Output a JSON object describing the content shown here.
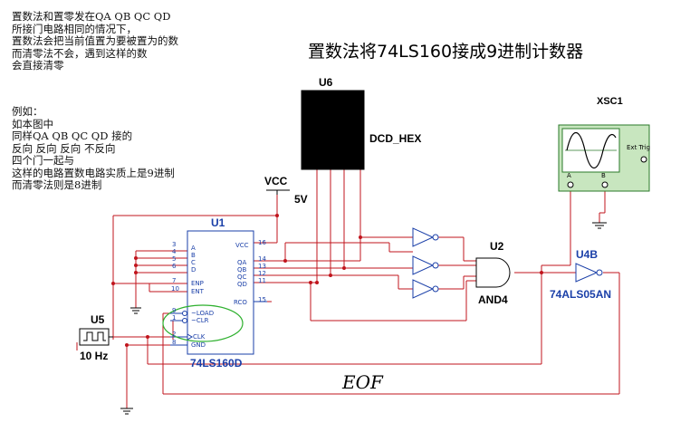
{
  "title": "置数法将74LS160接成9进制计数器",
  "notes_top": [
    "置数法和置零发在QA QB QC QD",
    "所接门电路相同的情况下，",
    "置数法会把当前值置为要被置为的数",
    "而清零法不会，遇到这样的数",
    "会直接清零"
  ],
  "notes_example": [
    "例如：",
    "如本图中",
    "同样QA QB QC QD 接的",
    "反向 反向 反向 不反向",
    "四个门一起与",
    "这样的电路置数电路实质上是9进制",
    "而清零法则是8进制"
  ],
  "components": {
    "u6": {
      "ref": "U6",
      "label": "DCD_HEX"
    },
    "xsc1": {
      "ref": "XSC1",
      "ext_trig": "Ext Trig",
      "pin_a": "A",
      "pin_b": "B"
    },
    "vcc": {
      "label": "VCC",
      "value": "5V"
    },
    "u1": {
      "ref": "U1",
      "part": "74LS160D"
    },
    "u2": {
      "ref": "U2",
      "part": "AND4"
    },
    "u4b": {
      "ref": "U4B",
      "part": "74ALS05AN"
    },
    "u5": {
      "ref": "U5",
      "value": "10 Hz"
    }
  },
  "u1_pins_left": [
    {
      "num": "3",
      "name": "A"
    },
    {
      "num": "4",
      "name": "B"
    },
    {
      "num": "5",
      "name": "C"
    },
    {
      "num": "6",
      "name": "D"
    },
    {
      "num": "7",
      "name": "ENP"
    },
    {
      "num": "10",
      "name": "ENT"
    },
    {
      "num": "9",
      "name": "~LOAD"
    },
    {
      "num": "1",
      "name": "~CLR"
    },
    {
      "num": "2",
      "name": "CLK"
    },
    {
      "num": "8",
      "name": "GND"
    }
  ],
  "u1_pins_right": [
    {
      "num": "16",
      "name": "VCC"
    },
    {
      "num": "14",
      "name": "QA"
    },
    {
      "num": "13",
      "name": "QB"
    },
    {
      "num": "12",
      "name": "QC"
    },
    {
      "num": "11",
      "name": "QD"
    },
    {
      "num": "15",
      "name": "RCO"
    }
  ],
  "eof_label": "EOF",
  "colors": {
    "wire": "#c0141c",
    "part": "#1a3fa8",
    "highlight": "#2db02d",
    "scope_body": "#c8e6bf",
    "scope_border": "#2a7a2a"
  }
}
